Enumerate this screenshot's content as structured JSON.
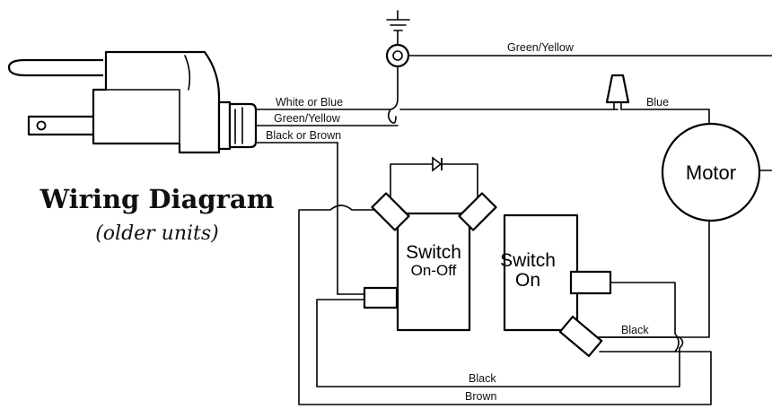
{
  "diagram": {
    "title": "Wiring Diagram",
    "subtitle": "(older units)",
    "wires": {
      "white_or_blue": "White or Blue",
      "green_yellow_plug": "Green/Yellow",
      "black_or_brown": "Black or Brown",
      "green_yellow_ground": "Green/Yellow",
      "blue": "Blue",
      "black_switch": "Black",
      "black_bottom": "Black",
      "brown_bottom": "Brown"
    },
    "components": {
      "motor": "Motor",
      "switch_onoff_line1": "Switch",
      "switch_onoff_line2": "On-Off",
      "switch_on_line1": "Switch",
      "switch_on_line2": "On"
    }
  }
}
